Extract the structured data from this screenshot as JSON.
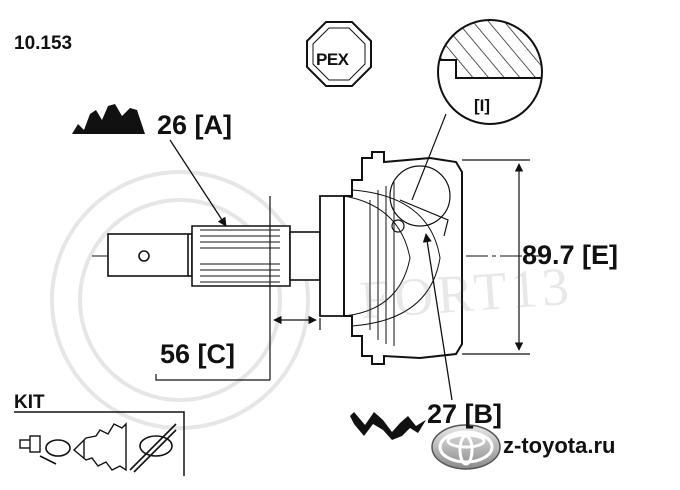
{
  "part_number": "10.153",
  "brand": "PEX",
  "watermark": "FORT13",
  "callouts": {
    "spline_outer": "26 [A]",
    "spline_inner": "27 [B]",
    "length": "56 [C]",
    "diameter": "89.7 [E]",
    "detail_ref": "[I]"
  },
  "kit": {
    "title": "KIT",
    "items": [
      "circlip-icon",
      "ring-icon",
      "boot-icon",
      "clamp-icon"
    ]
  },
  "site_logo": {
    "text": "z-toyota.ru",
    "icon": "toyota-emblem-icon"
  },
  "colors": {
    "ink": "#111111",
    "watermark": "#6e6e6e",
    "background": "#ffffff"
  }
}
